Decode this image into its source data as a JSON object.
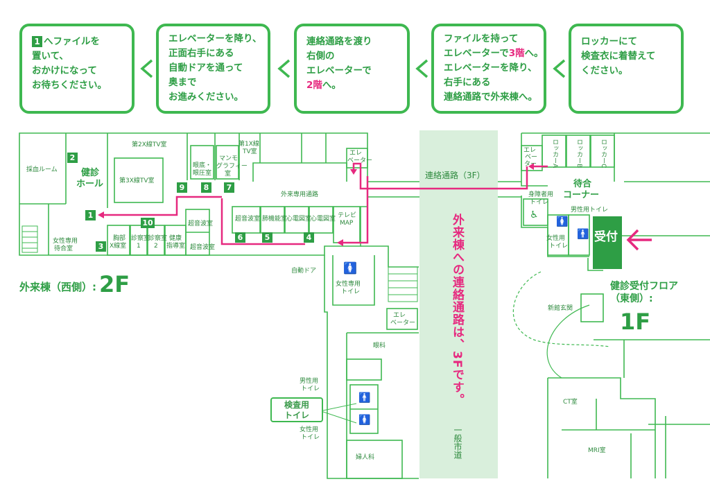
{
  "steps": [
    {
      "num": "1",
      "lines": [
        "へファイルを",
        "置いて、",
        "おかけになって",
        "お待ちください。"
      ]
    },
    {
      "lines": [
        "エレベーターを降り、",
        "正面右手にある",
        "自動ドアを通って",
        "奥まで",
        "お進みください。"
      ]
    },
    {
      "line1": "連絡通路を渡り",
      "line2": "右側の",
      "line3": "エレベーターで",
      "floor": "2階",
      "line4_rest": "へ。"
    },
    {
      "line1": "ファイルを持って",
      "line2_pre": "エレベーターで",
      "floor": "3階",
      "line2_post": "へ。",
      "line3": "エレベーターを降り、",
      "line4": "右手にある",
      "line5": "連絡通路で外来棟へ。"
    },
    {
      "lines": [
        "ロッカーにて",
        "検査衣に着替えて",
        "ください。"
      ]
    }
  ],
  "west": {
    "saiketsu": "採血ルーム",
    "hall": "健診\nホール",
    "hall_a": "健診",
    "hall_b": "ホール",
    "xtv2": "第2X線TV室",
    "xtv3": "第3X線TV室",
    "ganka_a": "眼底・",
    "ganka_b": "眼圧室",
    "mammo_a": "マンモ",
    "mammo_b": "グラフィー",
    "mammo_c": "室",
    "xtv1_a": "第1X線",
    "xtv1_b": "TV室",
    "elev_a": "エレ",
    "elev_b": "ベーター",
    "gairai": "外来専用通路",
    "echo1": "超音波室",
    "pulmo": "肺機能室",
    "ecg1": "心電図室",
    "ecg2": "心電図室",
    "tv_map_a": "テレビ",
    "tv_map_b": "MAP",
    "echo2": "超音波室",
    "echo3": "超音波室",
    "chest_a": "胸部",
    "chest_b": "X線室",
    "shin1_a": "診察室",
    "shin1_b": "1",
    "shin2_a": "診察室",
    "shin2_b": "2",
    "kenko_a": "健康",
    "kenko_b": "指導室",
    "women_wait_a": "女性専用",
    "women_wait_b": "待合室",
    "autodoor": "自動ドア",
    "women_toilet_a": "女性専用",
    "women_toilet_b": "トイレ",
    "title": "外来棟（西側）:",
    "floor": "2F"
  },
  "badges": [
    "1",
    "2",
    "3",
    "4",
    "5",
    "6",
    "7",
    "8",
    "9",
    "10"
  ],
  "corridor": {
    "label": "連絡通路（3F）",
    "vertical": "外来棟への連絡通路は、3Fです。",
    "street": "一般市道"
  },
  "lower": {
    "elev_a": "エレ",
    "elev_b": "ベーター",
    "ganka": "眼科",
    "men_a": "男性用",
    "men_b": "トイレ",
    "kensa_a": "検査用",
    "kensa_b": "トイレ",
    "women_a": "女性用",
    "women_b": "トイレ",
    "fujin": "婦人科"
  },
  "east": {
    "elev_a": "エレ",
    "elev_b": "ベー",
    "elev_c": "ター",
    "locker_a": "ロッカーA",
    "locker_b": "ロッカーB",
    "locker_c": "ロッカーC",
    "machiai_a": "待合",
    "machiai_b": "コーナー",
    "shogai_a": "身障者用",
    "shogai_b": "トイレ",
    "men_toilet": "男性用トイレ",
    "women_toilet_a": "女性用",
    "women_toilet_b": "トイレ",
    "uketsuke": "受付",
    "shinkan": "新館玄関",
    "title_a": "健診受付フロア",
    "title_b": "（東側）:",
    "floor": "1F",
    "ct": "CT室",
    "mri": "MRI室"
  },
  "colors": {
    "green": "#3eb850",
    "dark_green": "#2e9e45",
    "pink": "#e6297f",
    "corridor": "#d9efdc"
  }
}
